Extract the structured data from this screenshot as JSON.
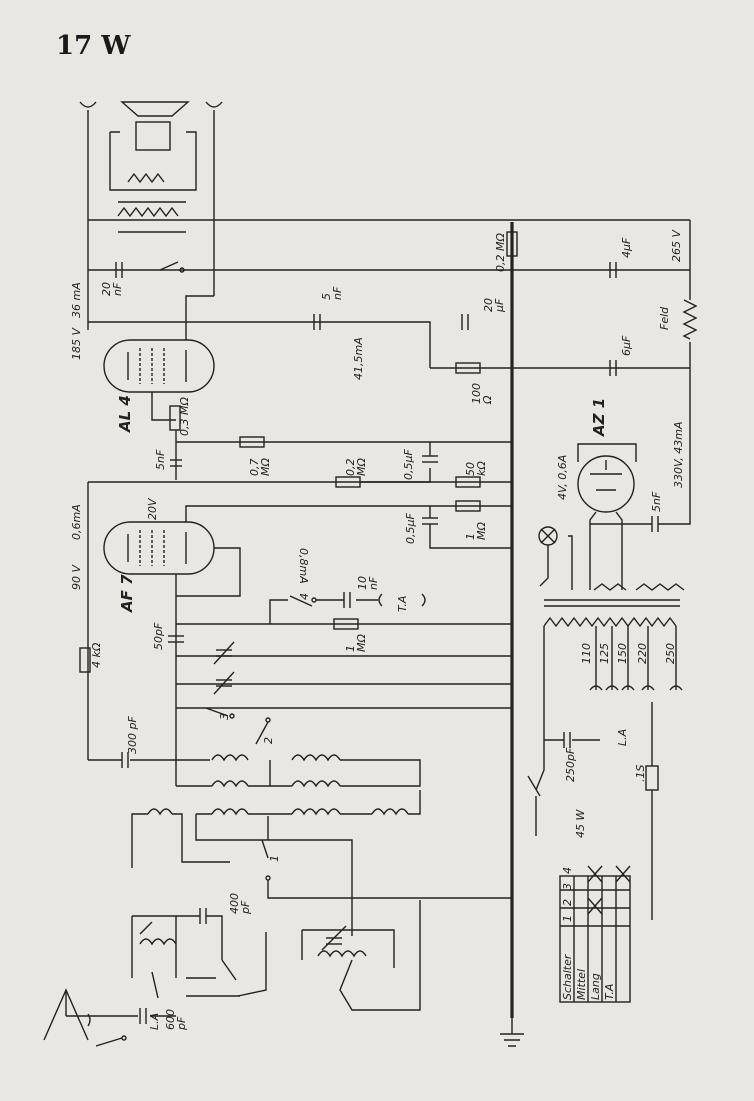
{
  "title": "17 W",
  "tubes": [
    "AL 4",
    "AF 7",
    "AZ 1"
  ],
  "labels": {
    "cap_20nF": "20\nnF",
    "i_36mA": "36 mA",
    "v_185": "185 V",
    "cap_5nF_top": "5\nnF",
    "cap_20uF": "20\nµF",
    "res_02M_top": "0,2 MΩ",
    "cap_4uF": "4µF",
    "v_265": "265 V",
    "feld": "Feld",
    "cap_6uF": "6µF",
    "i_415": "41,5mA",
    "res_100": "100\nΩ",
    "res_03M": "0,3 MΩ",
    "cap_5nF_mid": "5nF",
    "res_07M": "0,7\nMΩ",
    "res_02M_mid": "0,2\nMΩ",
    "cap_05uF_a": "0,5µF",
    "res_50k": "50\nkΩ",
    "az1_supply": "330V, 43mA",
    "pilot_lamp": "4V, 0,6A",
    "cap_5nF_az": "5nF",
    "v_20": "20V",
    "i_06mA": "0,6mA",
    "v_90": "90 V",
    "cap_05uF_b": "0,5µF",
    "res_1M": "1\nMΩ",
    "i_08mA": "0,8mA",
    "sw_4": "4",
    "cap_10nF": "10\nnF",
    "ta_1": "T.A",
    "res_1M_b": "1\nMΩ",
    "res_4k": "4 kΩ",
    "cap_50pF": "50pF",
    "sw_3": "3",
    "sw_2": "2",
    "cap_300pF": "300 pF",
    "sw_1": "1",
    "cap_400pF": "400\npF",
    "cap_600pF": "600\npF",
    "la_antenna": "L.A",
    "tap_110": "110",
    "tap_125": "125",
    "tap_150": "150",
    "tap_220": "220",
    "tap_250": "250",
    "cap_250pF": "250pF",
    "la_mains": "L.A",
    "fuse": ".1S",
    "power": "45 W"
  },
  "switch_table": {
    "header": [
      "Schalter",
      "1",
      "2",
      "3",
      "4"
    ],
    "rows": [
      {
        "label": "Mittel",
        "marks": [
          false,
          false,
          false,
          false
        ]
      },
      {
        "label": "Lang",
        "marks": [
          false,
          true,
          false,
          true
        ]
      },
      {
        "label": "T.A",
        "marks": [
          false,
          false,
          false,
          false
        ]
      }
    ],
    "header_mark": [
      false,
      false,
      false,
      true
    ]
  }
}
